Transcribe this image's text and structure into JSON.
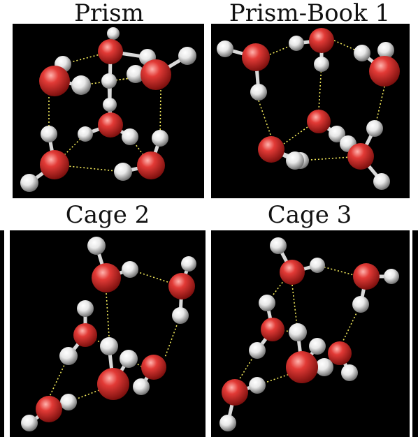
{
  "figure": {
    "panels": [
      {
        "id": "prism",
        "title": "Prism"
      },
      {
        "id": "prism-book-1",
        "title": "Prism-Book 1"
      },
      {
        "id": "cage-2",
        "title": "Cage 2"
      },
      {
        "id": "cage-3",
        "title": "Cage 3"
      }
    ]
  },
  "colors": {
    "background": "#000000",
    "oxygen": "#e23a36",
    "hydrogen": "#e8e8e8",
    "hydrogen_bond": "#f2e85a",
    "title_text": "#111111"
  }
}
